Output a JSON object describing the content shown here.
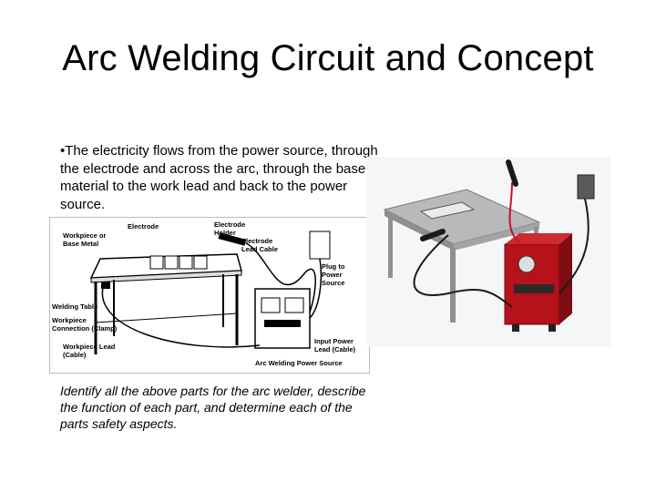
{
  "slide": {
    "title": "Arc Welding Circuit and Concept",
    "bullet_text": "•The electricity flows from the power source, through the electrode and across the arc, through the base material to the work lead and back to the power source.",
    "instructions": "Identify all the above parts for the arc welder, describe the function of each part, and determine each of the parts safety aspects."
  },
  "diagram": {
    "labels": {
      "electrode": "Electrode",
      "electrode_holder": "Electrode Holder",
      "electrode_holder_line1": "Electrode",
      "electrode_holder_line2": "Holder",
      "workpiece_line1": "Workpiece or",
      "workpiece_line2": "Base Metal",
      "electrode_lead_line1": "Electrode",
      "electrode_lead_line2": "Lead Cable",
      "plug_line1": "Plug to",
      "plug_line2": "Power",
      "plug_line3": "Source",
      "welding_table": "Welding Table",
      "workpiece_conn_line1": "Workpiece",
      "workpiece_conn_line2": "Connection (Clamp)",
      "workpiece_lead_line1": "Workpiece Lead",
      "workpiece_lead_line2": "(Cable)",
      "input_power_line1": "Input Power",
      "input_power_line2": "Lead (Cable)",
      "power_source": "Arc Welding Power Source"
    }
  },
  "colors": {
    "cable_red": "#c8102e",
    "machine_red": "#b5121b",
    "table_gray": "#9a9a9a"
  }
}
